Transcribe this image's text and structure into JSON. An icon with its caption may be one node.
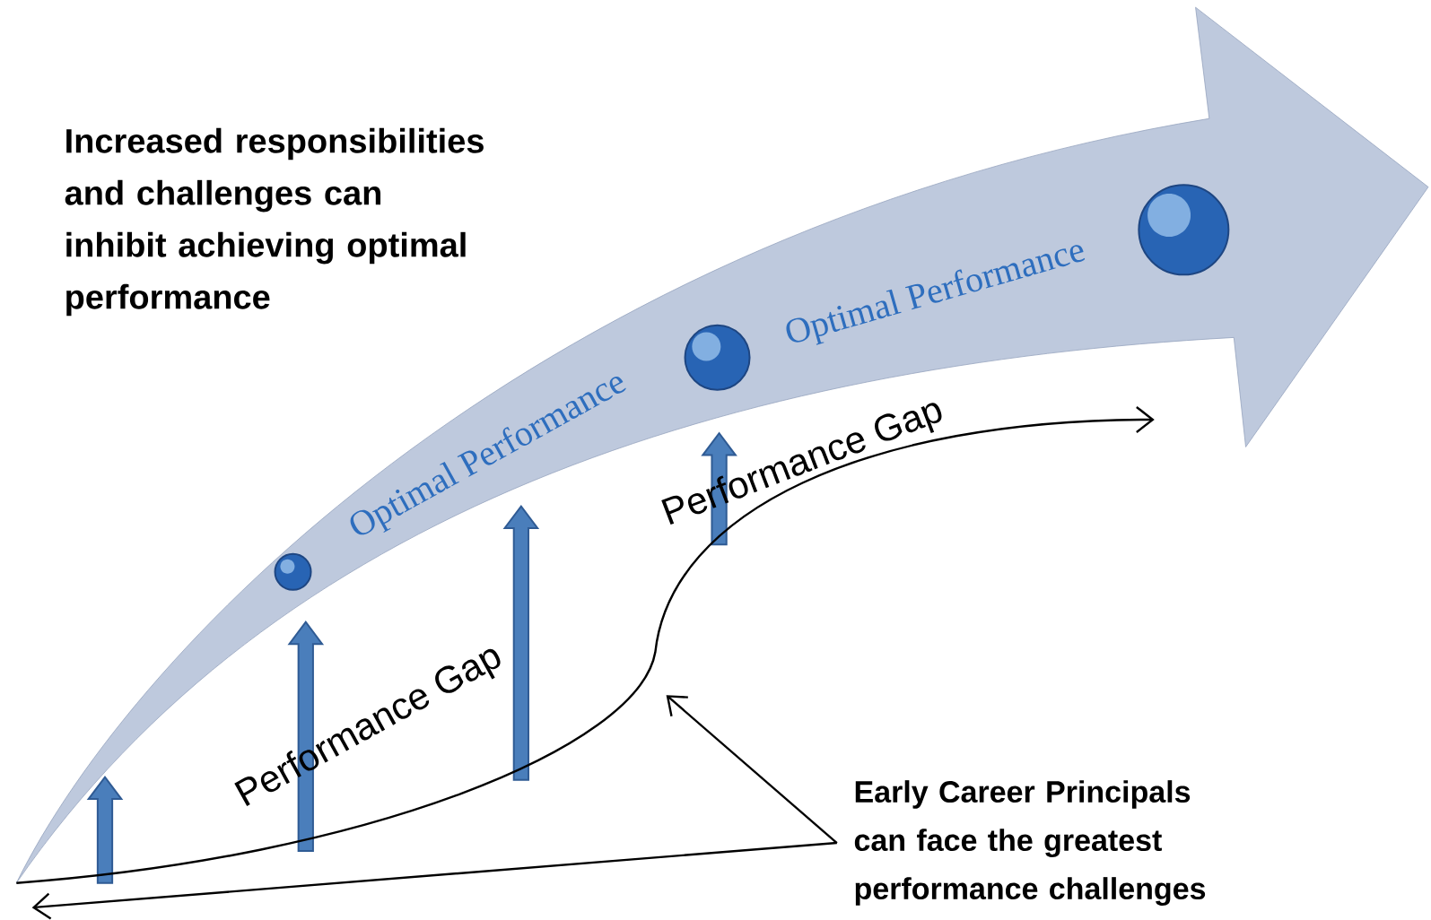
{
  "diagram": {
    "nodes": [
      {
        "text": [
          "Optimal Performance",
          "Optimal Performance"
        ]
      },
      {
        "text": [],
        "shape": "circle",
        "in": 0
      },
      {
        "text": [],
        "shape": "circle",
        "in": 0
      },
      {
        "text": [],
        "shape": "circle",
        "in": 0
      },
      {
        "text": [
          "Early Career Principals can face the greatest performance challenges"
        ]
      }
    ],
    "edges": [
      {
        "from": 4,
        "to": null,
        "arrow": "to"
      },
      {
        "from": 4,
        "to": null,
        "arrow": "to"
      }
    ],
    "labels": [
      "Increased responsibilities and challenges can inhibit achieving optimal performance",
      "Performance Gap",
      "Performance Gap"
    ]
  }
}
